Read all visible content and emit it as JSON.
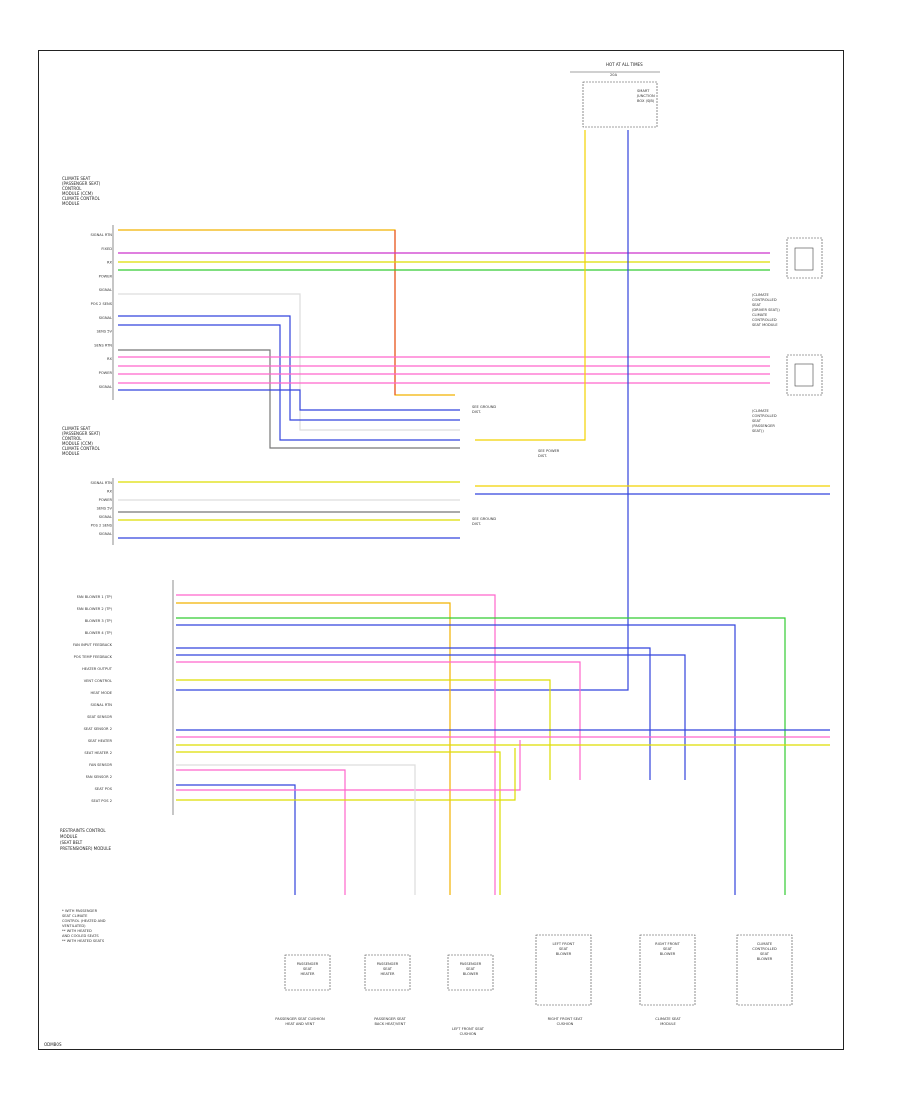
{
  "diagram": {
    "footer_code": "ODMB0S",
    "top_connector_label": "HOT AT ALL TIMES",
    "top_connector_sub": "20A",
    "top_device_label": [
      "SMART",
      "JUNCTION",
      "BOX (SJB)"
    ],
    "module_label_upper": [
      "CLIMATE SEAT",
      "(PASSENGER SEAT)",
      "CONTROL",
      "MODULE (CCM)",
      "CLIMATE CONTROL",
      "MODULE"
    ],
    "module_label_lower": [
      "CLIMATE SEAT",
      "(PASSENGER SEAT)",
      "CONTROL",
      "MODULE (CCM)",
      "CLIMATE CONTROL",
      "MODULE"
    ],
    "right_upper_label": [
      "(CLIMATE",
      "CONTROLLED",
      "SEAT",
      "(DRIVER SEAT))",
      "CLIMATE",
      "CONTROLLED",
      "SEAT MODULE"
    ],
    "right_lower_label": [
      "(CLIMATE",
      "CONTROLLED",
      "SEAT",
      "(PASSENGER",
      "SEAT))"
    ],
    "mid_label_1": [
      "SEE GROUND",
      "DIST."
    ],
    "mid_label_2": [
      "SEE POWER",
      "DIST."
    ],
    "mid_label_3": [
      "SEE GROUND",
      "DIST."
    ],
    "restraints_label": [
      "RESTRAINTS CONTROL",
      "MODULE",
      "(SEAT BELT",
      "PRETENSIONER) MODULE"
    ],
    "note_text": [
      "* WITH PASSENGER",
      "SEAT CLIMATE",
      "CONTROL (HEATED AND",
      "VENTILATED)",
      "** WITH HEATED",
      "AND COOLED SEATS",
      "** WITH HEATED SEATS"
    ],
    "bottom_labels": [
      [
        "PASSENGER",
        "SEAT",
        "HEATER"
      ],
      [
        "PASSENGER",
        "SEAT",
        "HEATER"
      ],
      [
        "PASSENGER",
        "SEAT",
        "BLOWER"
      ],
      [
        "LEFT FRONT",
        "SEAT",
        "BLOWER"
      ],
      [
        "RIGHT FRONT",
        "SEAT",
        "BLOWER"
      ],
      [
        "CLIMATE",
        "CONTROLLED",
        "SEAT",
        "BLOWER"
      ]
    ],
    "bottom_group_labels": [
      [
        "PASSENGER SEAT CUSHION",
        "HEAT AND VENT"
      ],
      [
        "PASSENGER SEAT",
        "BACK HEAT/VENT"
      ],
      [
        "LEFT FRONT SEAT",
        "CUSHION"
      ],
      [
        "RIGHT FRONT SEAT",
        "CUSHION"
      ],
      [
        "CLIMATE SEAT",
        "MODULE"
      ]
    ],
    "left_pin_labels_upper": [
      "SIGNAL RTN",
      "FIXED",
      "RX",
      "POWER",
      "SIGNAL",
      "POS 2 SENS",
      "SIGNAL",
      "SENS 5V",
      "SENS RTN",
      "RX",
      "POWER",
      "SIGNAL"
    ],
    "left_pin_labels_lower": [
      "SIGNAL RTN",
      "RX",
      "POWER",
      "SENS 5V",
      "SIGNAL",
      "POS 2 SENS",
      "SIGNAL"
    ],
    "left_pin_labels_bottom": [
      "FAN BLOWER 1 (TP)",
      "FAN BLOWER 2 (TP)",
      "BLOWER 3 (TP)",
      "BLOWER 4 (TP)",
      "FAN INPUT FEEDBACK",
      "POS TEMP FEEDBACK",
      "HEATER OUTPUT",
      "VENT CONTROL",
      "HEAT MODE",
      "SIGNAL RTN",
      "SEAT SENSOR",
      "SEAT SENSOR 2",
      "SEAT HEATER",
      "SEAT HEATER 2",
      "FAN SENSOR",
      "FAN SENSOR 2",
      "SEAT POS",
      "SEAT POS 2"
    ]
  }
}
